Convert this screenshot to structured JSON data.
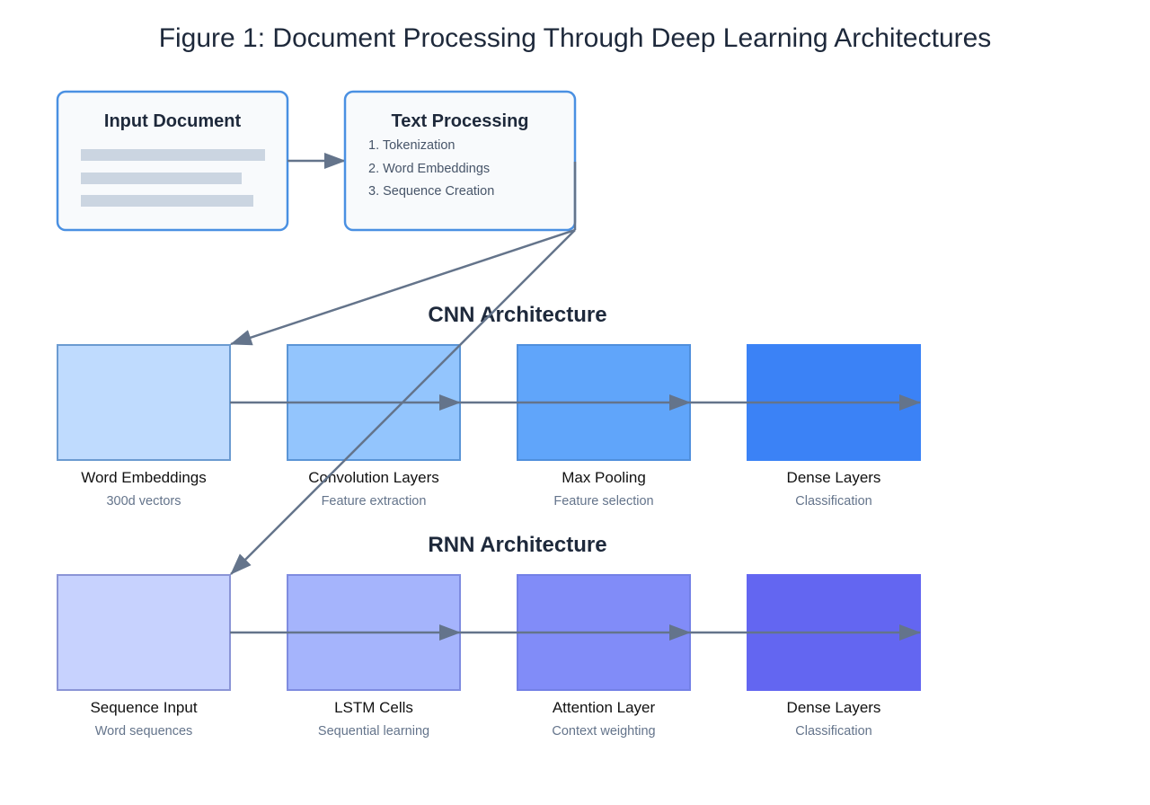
{
  "title": "Figure 1: Document Processing Through Deep Learning Architectures",
  "input_document": {
    "title": "Input Document",
    "text_line_color": "#cbd5e1"
  },
  "text_processing": {
    "title": "Text Processing",
    "steps": [
      "1. Tokenization",
      "2. Word Embeddings",
      "3. Sequence Creation"
    ]
  },
  "colors": {
    "box_border": "#4a90e2",
    "box_fill": "#f8fafc",
    "arrow": "#64748b"
  },
  "cnn": {
    "title": "CNN Architecture",
    "layers": [
      {
        "label": "Word Embeddings",
        "sub": "300d vectors",
        "fill": "#bfdbfe",
        "stroke": "#6b9bd1"
      },
      {
        "label": "Convolution Layers",
        "sub": "Feature extraction",
        "fill": "#93c5fd",
        "stroke": "#5b95d6"
      },
      {
        "label": "Max Pooling",
        "sub": "Feature selection",
        "fill": "#60a5fa",
        "stroke": "#4f8fdc"
      },
      {
        "label": "Dense Layers",
        "sub": "Classification",
        "fill": "#3b82f6",
        "stroke": "#3b82f6"
      }
    ]
  },
  "rnn": {
    "title": "RNN Architecture",
    "layers": [
      {
        "label": "Sequence Input",
        "sub": "Word sequences",
        "fill": "#c7d2fe",
        "stroke": "#8b95d6"
      },
      {
        "label": "LSTM Cells",
        "sub": "Sequential learning",
        "fill": "#a5b4fc",
        "stroke": "#7f8ce0"
      },
      {
        "label": "Attention Layer",
        "sub": "Context weighting",
        "fill": "#818cf8",
        "stroke": "#7380e6"
      },
      {
        "label": "Dense Layers",
        "sub": "Classification",
        "fill": "#6366f1",
        "stroke": "#6366f1"
      }
    ]
  }
}
